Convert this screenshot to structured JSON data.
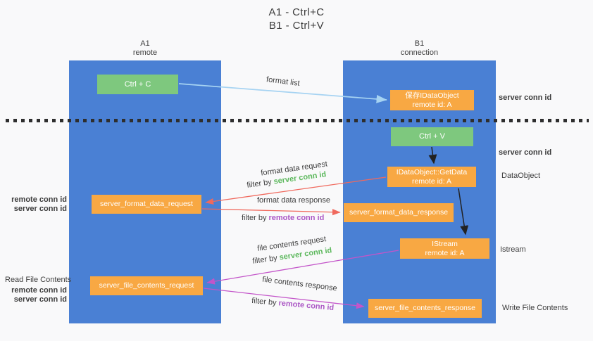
{
  "title": {
    "line1": "A1 - Ctrl+C",
    "line2": "B1 - Ctrl+V"
  },
  "lifelines": {
    "a": {
      "title": "A1",
      "subtitle": "remote"
    },
    "b": {
      "title": "B1",
      "subtitle": "connection"
    }
  },
  "boxes": {
    "ctrl_c": {
      "label": "Ctrl + C"
    },
    "save_dataobject": {
      "line1": "保存IDataObject",
      "line2": "remote id: A"
    },
    "ctrl_v": {
      "label": "Ctrl + V"
    },
    "getdata": {
      "line1": "IDataObject::GetData",
      "line2": "remote id: A"
    },
    "format_request": {
      "label": "server_format_data_request"
    },
    "format_response": {
      "label": "server_format_data_response"
    },
    "istream": {
      "line1": "IStream",
      "line2": "remote id: A"
    },
    "file_request": {
      "label": "server_file_contents_request"
    },
    "file_response": {
      "label": "server_file_contents_response"
    }
  },
  "edges": {
    "format_list": {
      "label": "format list"
    },
    "format_data_request": {
      "label": "format data request",
      "filter_prefix": "filter by",
      "filter_id": "server conn id"
    },
    "format_data_response": {
      "label": "format data response",
      "filter_prefix": "filter by",
      "filter_id": "remote conn id"
    },
    "file_contents_request": {
      "label": "file contents request",
      "filter_prefix": "filter by",
      "filter_id": "server conn id"
    },
    "file_contents_response": {
      "label": "file contents response",
      "filter_prefix": "filter by",
      "filter_id": "remote conn id"
    }
  },
  "annotations": {
    "right": {
      "server_conn_id_1": "server conn id",
      "server_conn_id_2": "server conn id",
      "dataobject": "DataObject",
      "istream": "Istream",
      "write_file_contents": "Write File Contents"
    },
    "left": {
      "remote_conn_id_1": "remote conn id",
      "server_conn_id_1": "server conn id",
      "read_file_contents": "Read File Contents",
      "remote_conn_id_2": "remote conn id",
      "server_conn_id_2": "server conn id"
    }
  },
  "colors": {
    "lifeline_blue": "#4a80d4",
    "box_green": "#7ec87e",
    "box_orange": "#f8a843",
    "id_green": "#5cb85c",
    "id_purple": "#ab57c5",
    "arrow_lightblue": "#a6d3f2",
    "arrow_red": "#f0695d",
    "arrow_magenta": "#c355c9",
    "arrow_black": "#222222"
  }
}
